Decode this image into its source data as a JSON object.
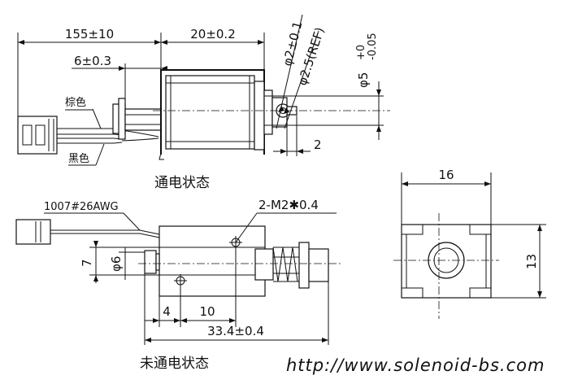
{
  "top_view": {
    "dim_lead_length": "155±10",
    "dim_body_length": "20±0.2",
    "dim_offset": "6±0.3",
    "dim_plunger_small": "φ2±0.1",
    "dim_plunger_ref": "φ2.5(REF)",
    "dim_diameter": "φ5",
    "dim_diameter_tol_upper": "+0",
    "dim_diameter_tol_lower": "-0.05",
    "dim_stroke": "2",
    "wire_brown": "棕色",
    "wire_black": "黑色",
    "caption": "通电状态"
  },
  "side_view": {
    "wire_spec": "1007#26AWG",
    "mount_holes": "2-M2✱0.4",
    "dim_height": "7",
    "dim_plunger_diameter": "φ6",
    "dim_hole_offset": "4",
    "dim_hole_spacing": "10",
    "dim_total_length": "33.4±0.4",
    "caption": "未通电状态"
  },
  "end_view": {
    "dim_width": "16",
    "dim_height": "13"
  },
  "watermark": "http://www.solenoid-bs.com"
}
